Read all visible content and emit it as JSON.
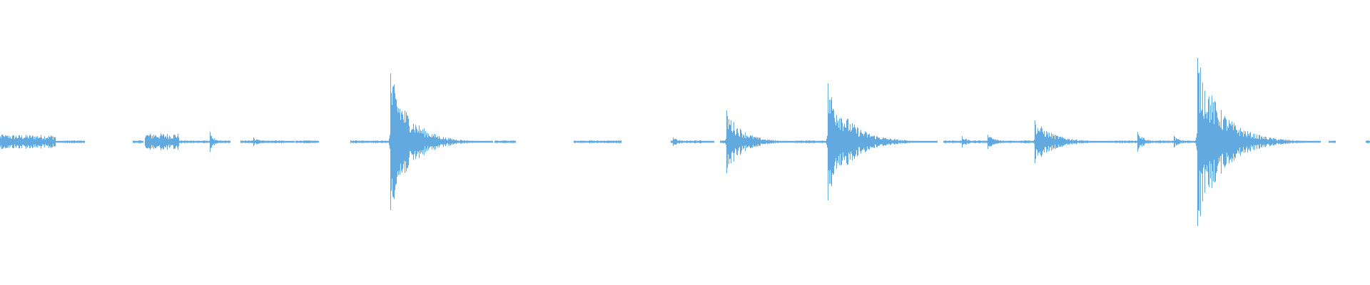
{
  "waveform": {
    "color": "#62a9e0",
    "duration_fraction_segments": [
      {
        "start": 0.0,
        "end": 0.04,
        "peak": 0.05
      },
      {
        "start": 0.046,
        "end": 0.061,
        "peak": 0.01
      },
      {
        "start": 0.097,
        "end": 0.104,
        "peak": 0.01
      },
      {
        "start": 0.106,
        "end": 0.13,
        "peak": 0.06
      },
      {
        "start": 0.131,
        "end": 0.167,
        "peak": 0.01
      },
      {
        "start": 0.176,
        "end": 0.207,
        "peak": 0.01
      },
      {
        "start": 0.216,
        "end": 0.232,
        "peak": 0.01
      },
      {
        "start": 0.256,
        "end": 0.316,
        "peak": 0.01
      },
      {
        "start": 0.361,
        "end": 0.376,
        "peak": 0.01
      },
      {
        "start": 0.419,
        "end": 0.453,
        "peak": 0.01
      },
      {
        "start": 0.49,
        "end": 0.511,
        "peak": 0.01
      },
      {
        "start": 0.526,
        "end": 0.565,
        "peak": 0.01
      },
      {
        "start": 0.581,
        "end": 0.645,
        "peak": 0.01
      },
      {
        "start": 0.689,
        "end": 0.738,
        "peak": 0.01
      },
      {
        "start": 0.745,
        "end": 0.793,
        "peak": 0.01
      },
      {
        "start": 0.814,
        "end": 0.83,
        "peak": 0.01
      },
      {
        "start": 0.844,
        "end": 0.862,
        "peak": 0.01
      },
      {
        "start": 0.864,
        "end": 0.91,
        "peak": 0.01
      },
      {
        "start": 0.97,
        "end": 0.974,
        "peak": 0.01
      },
      {
        "start": 0.997,
        "end": 1.0,
        "peak": 0.01
      }
    ],
    "transients": [
      {
        "position": 0.001,
        "amplitude": 0.05,
        "decay": 0.01
      },
      {
        "position": 0.112,
        "amplitude": 0.05,
        "decay": 0.01
      },
      {
        "position": 0.153,
        "amplitude": 0.07,
        "decay": 0.003
      },
      {
        "position": 0.185,
        "amplitude": 0.03,
        "decay": 0.006
      },
      {
        "position": 0.285,
        "amplitude": 0.48,
        "decay": 0.015
      },
      {
        "position": 0.491,
        "amplitude": 0.03,
        "decay": 0.006
      },
      {
        "position": 0.53,
        "amplitude": 0.22,
        "decay": 0.012
      },
      {
        "position": 0.604,
        "amplitude": 0.41,
        "decay": 0.016
      },
      {
        "position": 0.702,
        "amplitude": 0.04,
        "decay": 0.005
      },
      {
        "position": 0.721,
        "amplitude": 0.05,
        "decay": 0.006
      },
      {
        "position": 0.755,
        "amplitude": 0.15,
        "decay": 0.014
      },
      {
        "position": 0.83,
        "amplitude": 0.07,
        "decay": 0.005
      },
      {
        "position": 0.857,
        "amplitude": 0.04,
        "decay": 0.005
      },
      {
        "position": 0.874,
        "amplitude": 0.59,
        "decay": 0.018
      }
    ]
  }
}
